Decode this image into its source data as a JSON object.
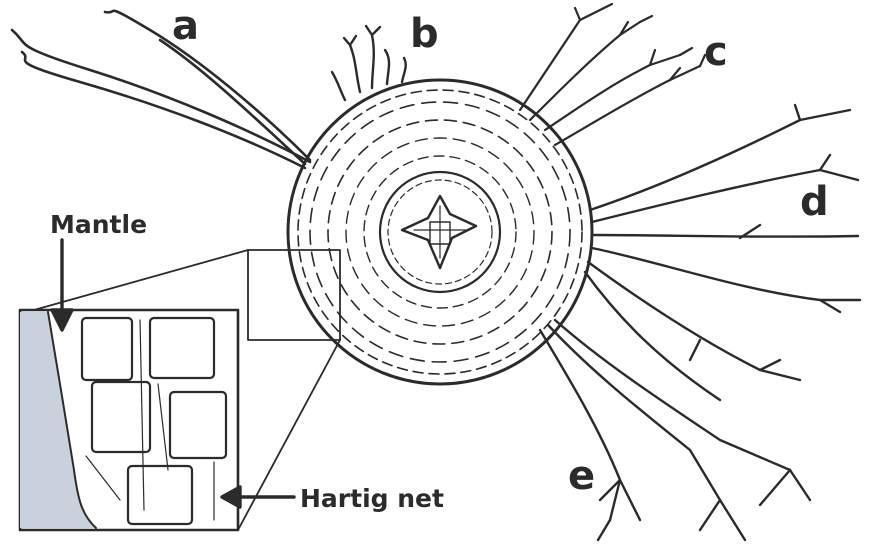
{
  "labels": {
    "a": "a",
    "b": "b",
    "c": "c",
    "d": "d",
    "e": "e",
    "mantle": "Mantle",
    "hartig_net": "Hartig net"
  },
  "colors": {
    "ink": "#2b2b2b",
    "shade": "#c9d2dc",
    "paper": "#ffffff"
  }
}
